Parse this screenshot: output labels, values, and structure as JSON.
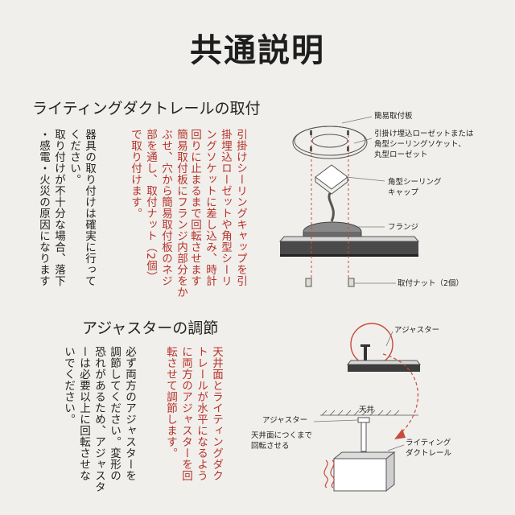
{
  "title": "共通説明",
  "section1": {
    "heading": "ライティングダクトレールの取付",
    "col1": [
      "器具の取り付けは確実に行って",
      "ください。",
      "取り付けが不十分な場合、落下",
      "・感電・火災の原因になります"
    ],
    "col2": [
      "引掛けシーリングキャップを引",
      "掛埋込ローゼットや角型シーリ",
      "ングソケットに差し込み、時計",
      "回りに止まるまで回転させます"
    ],
    "col3": [
      "簡易取付板にフランジ内部分をか",
      "ぶせ、穴から簡易取付板のネジ",
      "部を通し、取付ナット（2個）",
      "で取り付けます。"
    ],
    "labels": {
      "plate": "簡易取付板",
      "rosette": [
        "引掛け埋込ローゼットまたは",
        "角型シーリングソケット、",
        "丸型ローゼット"
      ],
      "cap": [
        "角型シーリング",
        "キャップ"
      ],
      "flange": "フランジ",
      "nut": "取付ナット（2個）"
    }
  },
  "section2": {
    "heading": "アジャスターの調節",
    "col1": [
      "必ず両方のアジャスターを",
      "調節してください。変形の",
      "恐れがあるため、アジャスタ",
      "ーは必要以上に回転させな",
      "いでください。"
    ],
    "col2": [
      "天井面とライティングダク",
      "トレールが水平になるよう",
      "に両方のアジャスターを回",
      "転させて調節します。"
    ],
    "labels": {
      "adjuster_top": "アジャスター",
      "adjuster": "アジャスター",
      "ceiling": "天井",
      "note": [
        "天井面につくまで",
        "回転させる"
      ],
      "rail": [
        "ライティング",
        "ダクトレール"
      ]
    }
  },
  "colors": {
    "accent": "#b8322a",
    "rail": "#4a4a4a"
  }
}
